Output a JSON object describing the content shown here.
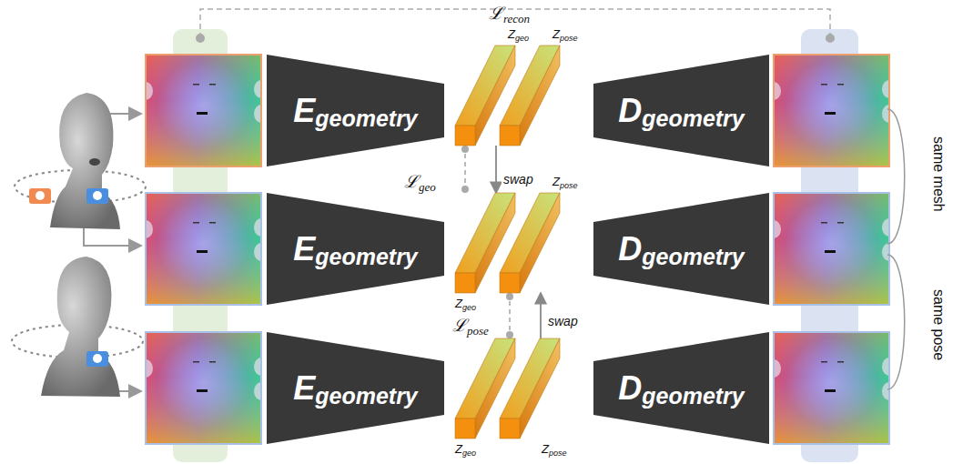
{
  "diagram": {
    "nodes": [
      {
        "text": [
          "E",
          "geometry"
        ]
      },
      {
        "text": [
          "Z",
          "geo"
        ]
      },
      {
        "text": [
          "Z",
          "pose"
        ]
      },
      {
        "text": [
          "D",
          "geometry"
        ]
      },
      {
        "text": [
          "E",
          "geometry"
        ]
      },
      {
        "text": [
          "Z",
          "geo"
        ]
      },
      {
        "text": [
          "Z",
          "pose"
        ]
      },
      {
        "text": [
          "D",
          "geometry"
        ]
      },
      {
        "text": [
          "E",
          "geometry"
        ]
      },
      {
        "text": [
          "Z",
          "geo"
        ]
      },
      {
        "text": [
          "Z",
          "pose"
        ]
      },
      {
        "text": [
          "D",
          "geometry"
        ]
      }
    ],
    "edges": [
      {
        "from": 1,
        "to": 5,
        "arrow": "to"
      },
      {
        "from": 1,
        "to": 5,
        "arrow": "none"
      },
      {
        "from": 6,
        "to": 10,
        "arrow": "none"
      },
      {
        "from": 10,
        "to": 6,
        "arrow": "to"
      }
    ],
    "labels": [
      "ℒ",
      "recon",
      "ℒ",
      "geo",
      "swap",
      "ℒ",
      "pose",
      "swap",
      "same mesh",
      "same pose"
    ]
  }
}
